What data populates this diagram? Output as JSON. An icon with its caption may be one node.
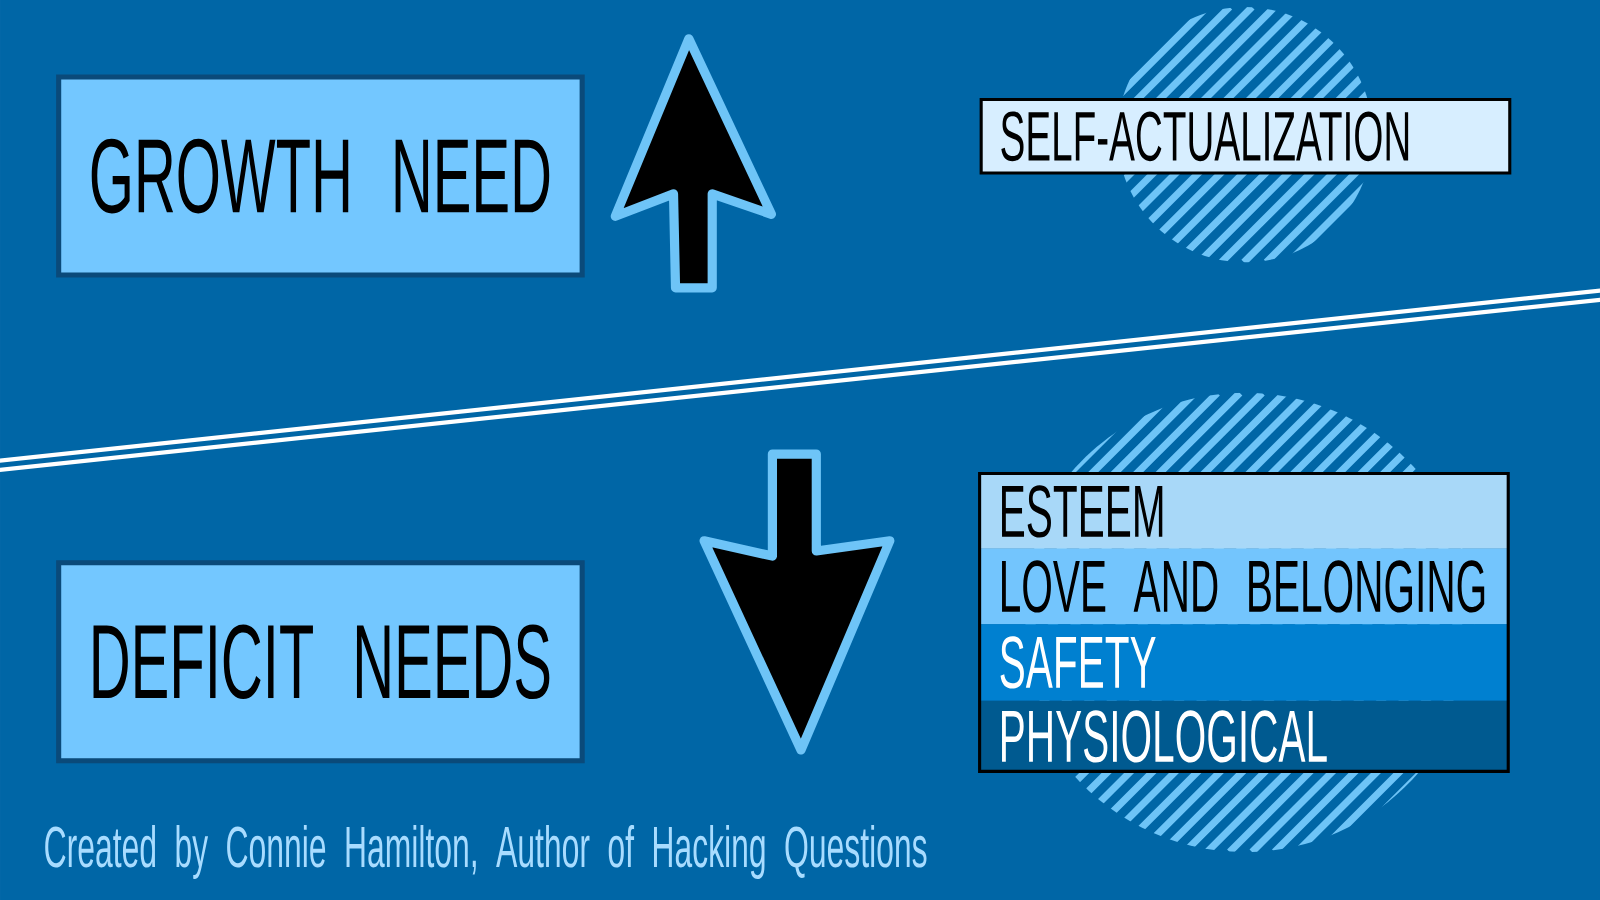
{
  "diagram": {
    "caption": "Created by Connie Hamilton, Author of Hacking Questions",
    "nodes": [
      {
        "text": [
          "GROWTH NEED"
        ]
      },
      {
        "text": [
          "SELF-ACTUALIZATION"
        ]
      },
      {
        "text": [
          "DEFICIT NEEDS"
        ]
      },
      {
        "text": [
          "ESTEEM"
        ]
      },
      {
        "text": [
          "LOVE AND BELONGING"
        ]
      },
      {
        "text": [
          "SAFETY"
        ]
      },
      {
        "text": [
          "PHYSIOLOGICAL"
        ]
      }
    ]
  }
}
